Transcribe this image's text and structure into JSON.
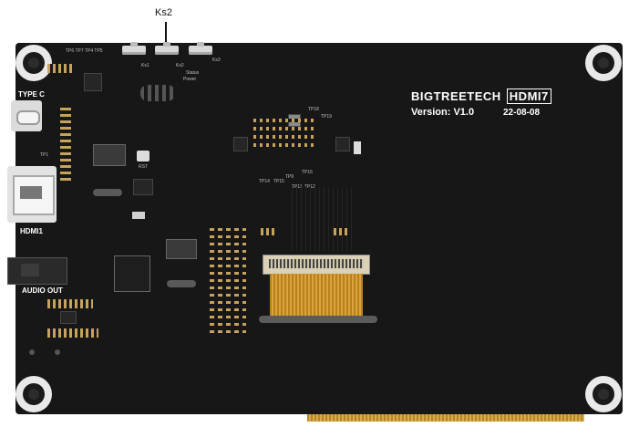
{
  "callout": {
    "text": "Ks2"
  },
  "brand": {
    "name": "BIGTREETECH",
    "model": "HDMI7"
  },
  "version": {
    "label": "Version: V1.0",
    "date": "22-08-08"
  },
  "ports": {
    "usb": "TYPE C",
    "hdmi": "HDMI1",
    "audio": "AUDIO OUT"
  },
  "silkscreen": {
    "ks1": "Ks1",
    "ks2": "Ks2",
    "ks3": "Ks3",
    "status": "Status",
    "power": "Power",
    "rst": "RST",
    "tp_top": "TP6 TP7 TP4 TP5",
    "tp_mid": [
      "TP18",
      "TP19",
      "TP14",
      "TP15",
      "TP9",
      "TP16",
      "TP11",
      "TP12",
      "TP1"
    ]
  },
  "colors": {
    "board": "#171717",
    "copper": "#c8902a",
    "mount": "#e9e9e9"
  }
}
